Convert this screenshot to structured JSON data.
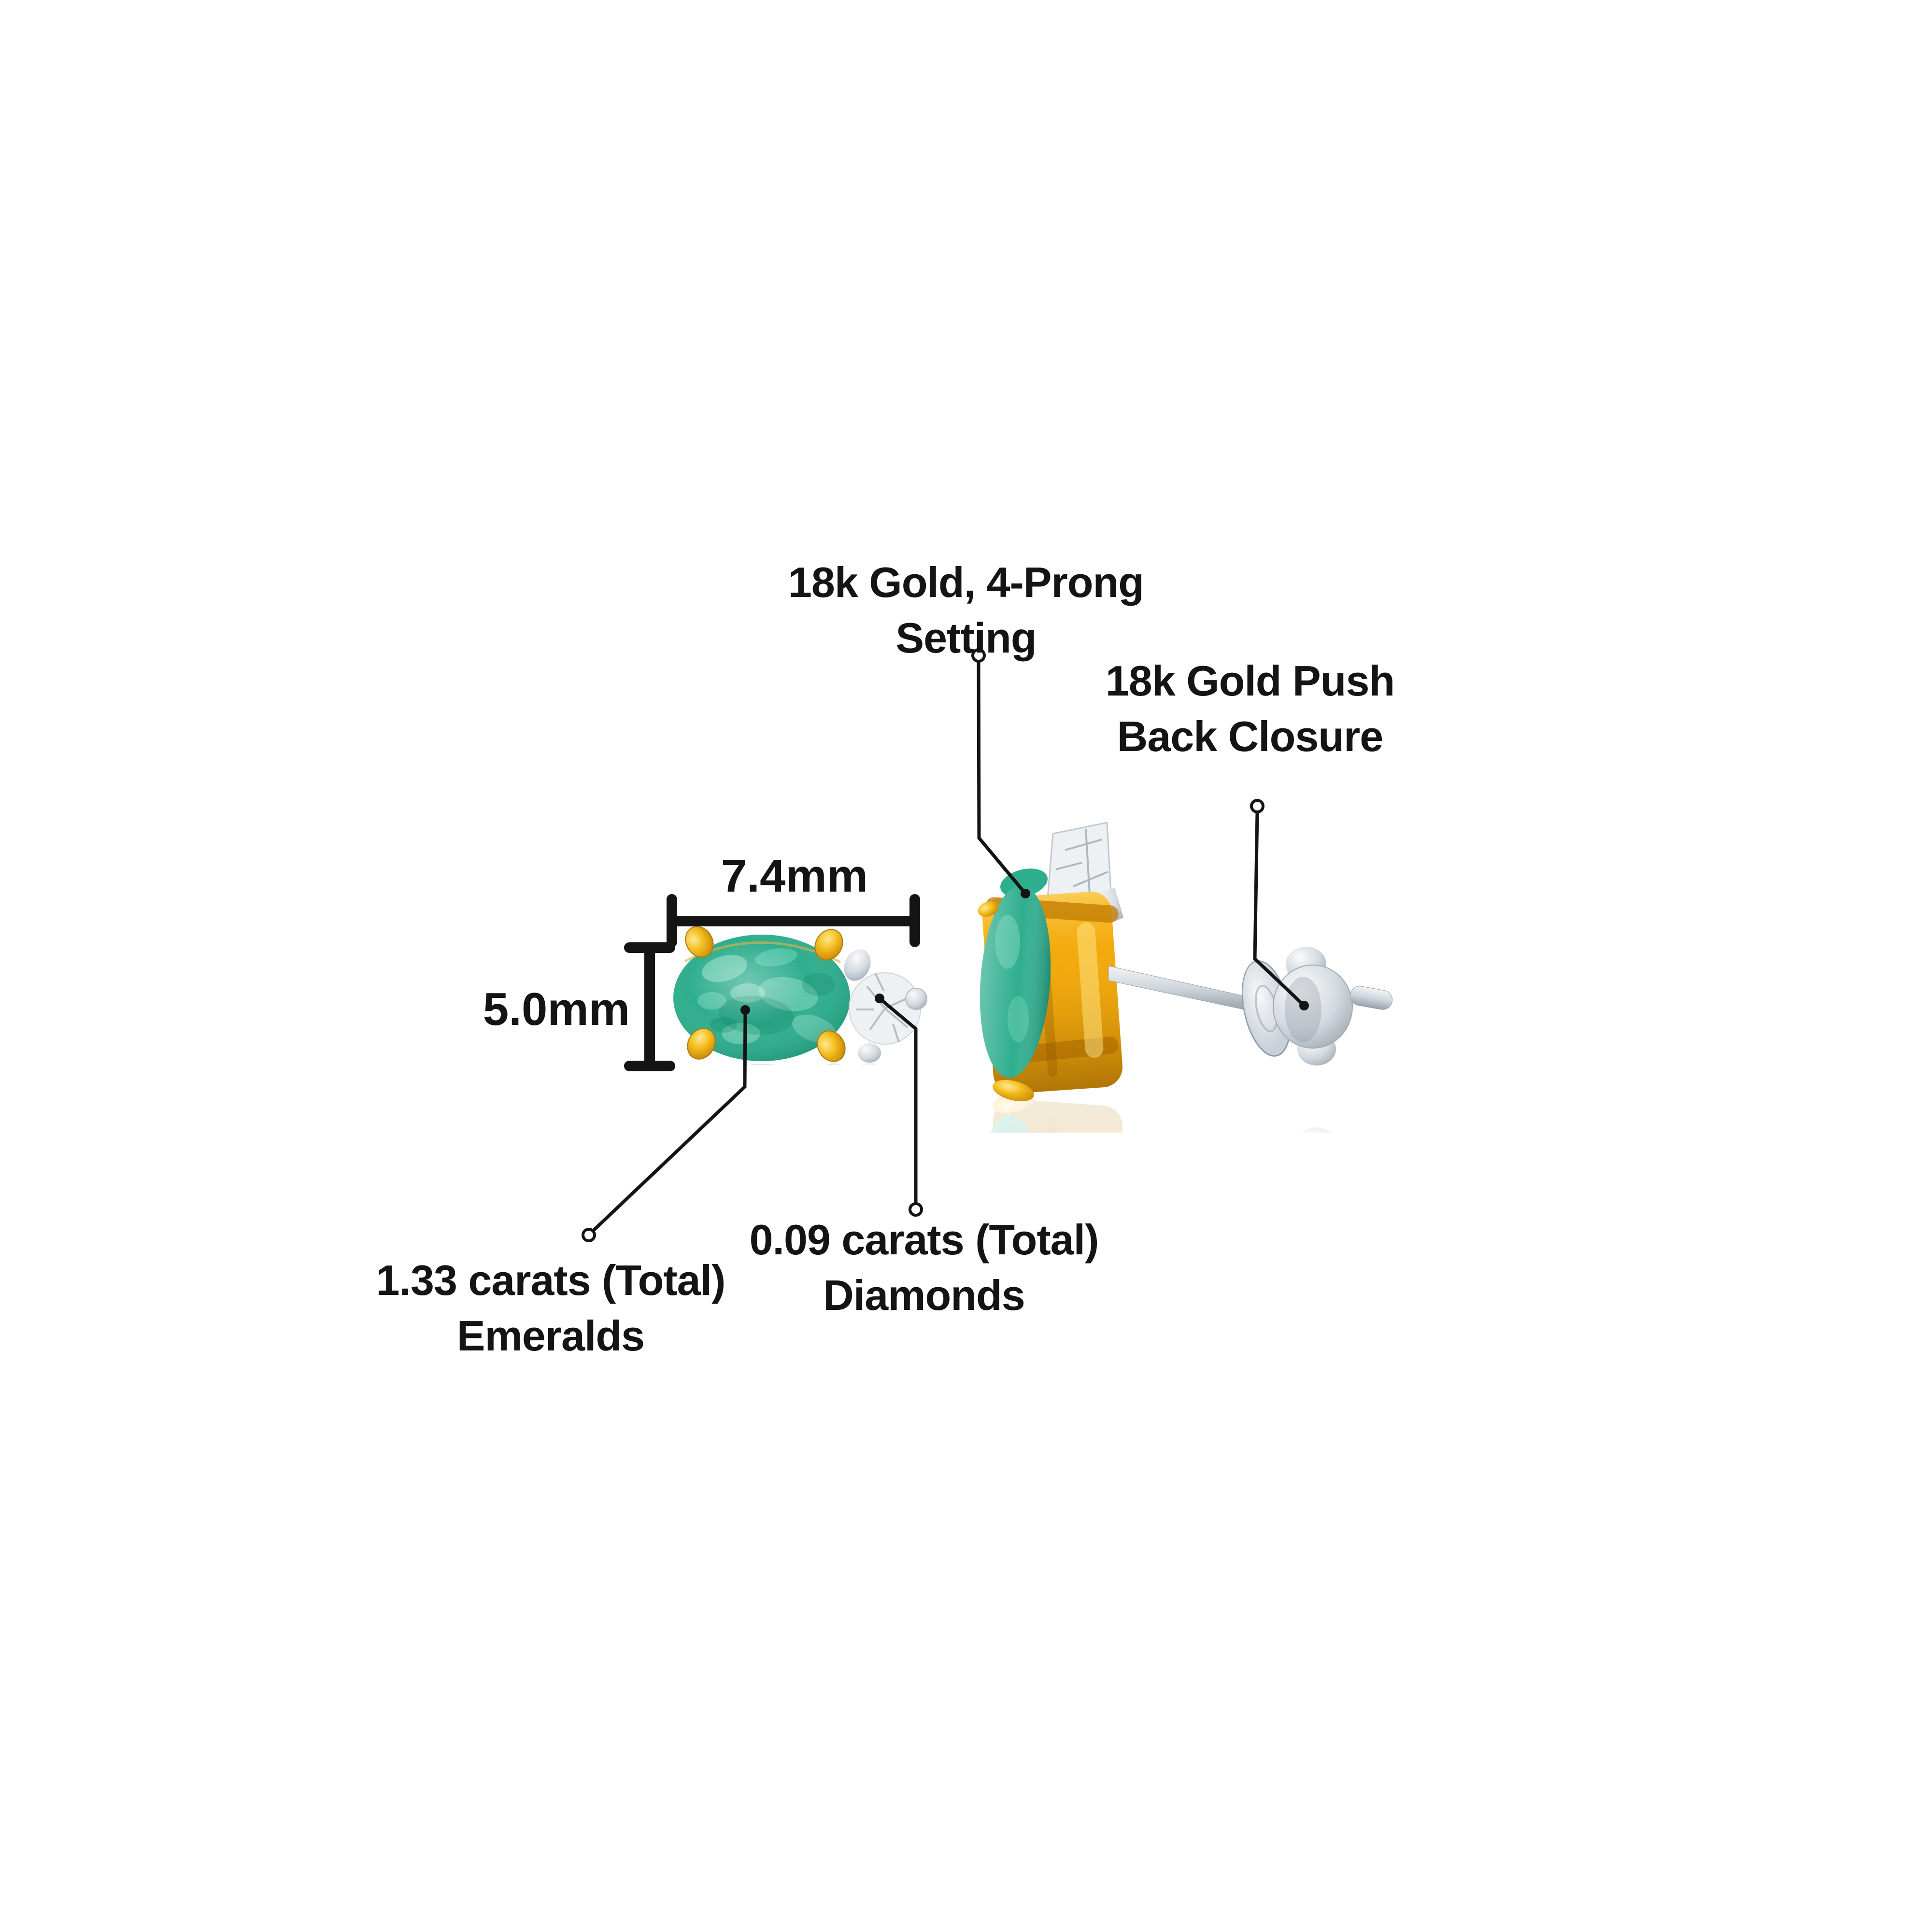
{
  "page": {
    "background": "#ffffff",
    "description": "Emerald and diamond stud earrings infographic"
  },
  "annotations": {
    "setting": {
      "line1": "18k Gold, 4-Prong",
      "line2": "Setting"
    },
    "closure": {
      "line1": "18k Gold Push",
      "line2": "Back Closure"
    },
    "emeralds": {
      "line1": "1.33 carats (Total)",
      "line2": "Emeralds"
    },
    "diamonds": {
      "line1": "0.09 carats (Total)",
      "line2": "Diamonds"
    },
    "width_measurement": "7.4mm",
    "height_measurement": "5.0mm"
  },
  "colors": {
    "text": "#141414",
    "leader_line": "#141414",
    "emerald": "#2fae8e",
    "gold": "#f2a90c",
    "silver": "#ccd3da",
    "diamond_white": "#eef1f4"
  }
}
